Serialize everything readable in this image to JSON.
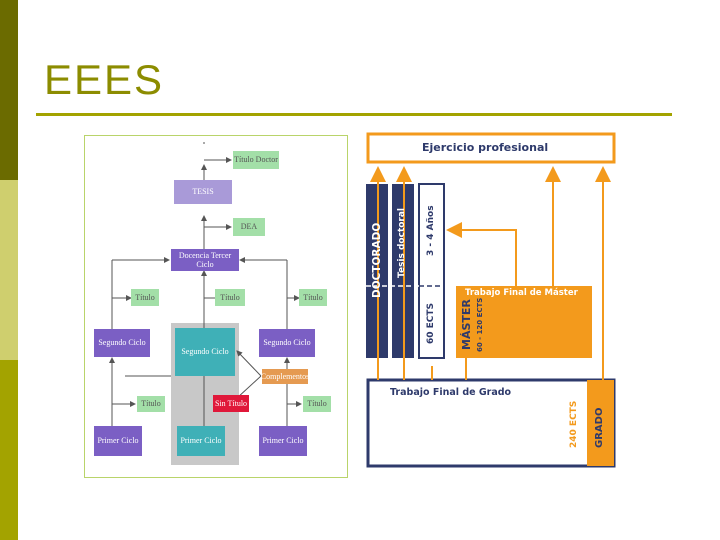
{
  "slide": {
    "title": "EEES"
  },
  "left_diagram": {
    "titulo_doctor": "Título Doctor",
    "tesis": "TESIS",
    "dea": "DEA",
    "docencia": "Docencia Tercer Ciclo",
    "titulo": "Título",
    "segundo_ciclo": "Segundo Ciclo",
    "complementos": "Complementos",
    "sin_titulo": "Sin Título",
    "primer_ciclo": "Primer Ciclo"
  },
  "right_diagram": {
    "ejercicio": "Ejercicio profesional",
    "doctorado": "DOCTORADO",
    "tesis_doctoral": "Tesis doctoral",
    "anos": "3 - 4 Años",
    "ects60": "60 ECTS",
    "trabajo_master": "Trabajo Final de Máster",
    "master": "MÁSTER",
    "master_ects": "60 - 120 ECTS",
    "trabajo_grado": "Trabajo Final de Grado",
    "grado_ects": "240 ECTS",
    "grado": "GRADO"
  },
  "colors": {
    "navy": "#2e3a6b",
    "orange": "#f39a1c",
    "olive": "#a3a300"
  }
}
